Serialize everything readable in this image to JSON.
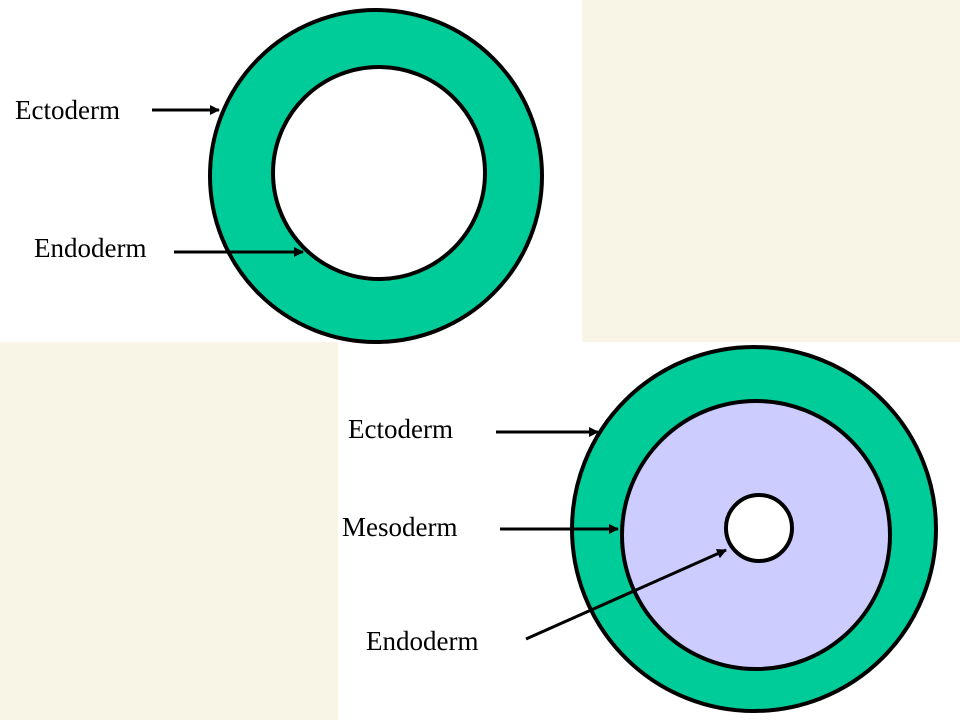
{
  "colors": {
    "background": "#f8f5e6",
    "panel": "#ffffff",
    "ectoderm": "#00cc99",
    "mesoderm": "#ccccff",
    "outline": "#000000"
  },
  "diagram_top": {
    "labels": {
      "ectoderm": "Ectoderm",
      "endoderm": "Endoderm"
    }
  },
  "diagram_bottom": {
    "labels": {
      "ectoderm": "Ectoderm",
      "mesoderm": "Mesoderm",
      "endoderm": "Endoderm"
    }
  }
}
